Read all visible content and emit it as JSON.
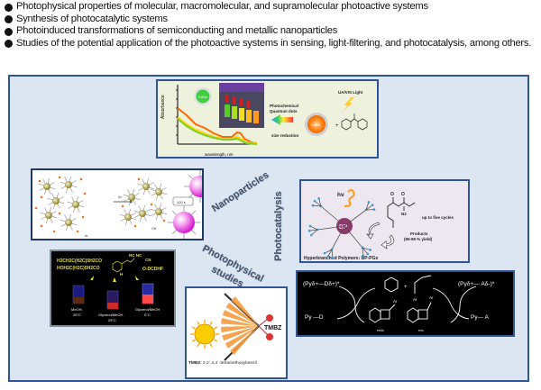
{
  "bullets": [
    "Photophysical properties of molecular, macromolecular, and supramolecular photoactive systems",
    "Synthesis of photocatalytic systems",
    "Photoinduced transformations of semiconducting and metallic nanoparticles",
    "Studies of the potential application of the photoactive systems in sensing, light-filtering, and photocatalysis, among others."
  ],
  "categories": {
    "nanoparticles": "Nanoparticles",
    "photocatalysis": "Photocatalysis",
    "photophysical": [
      "Photophysical",
      "studies"
    ]
  },
  "chart_panel": {
    "ylabel": "Absorbance",
    "xlabel": "wavelength, nm",
    "qd_green_label": "CdSe",
    "qd_orange_label": "CdSe",
    "quench_label_1": "Photochemical",
    "quench_label_2": "Quantum dots",
    "red_shift_label": "size reduction",
    "light_label": "UA/VIS Light",
    "plus": "+"
  },
  "nano_panel": {
    "hv_label": "hv",
    "time_label": "100 s",
    "ketone_label": "Ar",
    "alcohol_label": "OH"
  },
  "photocat_panel": {
    "hv_label": "hv",
    "core_label": "BP",
    "cycles_label": "up to five cycles",
    "products_label": "Products",
    "yield_label": "(95-99 % yield)",
    "caption": "Hyperbranched Polymers: BP-PGx",
    "substituent": "N2"
  },
  "dye_panel": {
    "formula_line1": "H3CH2C(H2C)5H2CO",
    "formula_line2": "HOH2C(H2C)5H2CO",
    "substituent": "NC NC",
    "cn": "CN",
    "name": "O-DCDHF",
    "h": "H",
    "vials": [
      {
        "label_1": "MeOH,",
        "label_2": "25°C"
      },
      {
        "label_1": "Glycerol/MeOH",
        "label_2": "25°C"
      },
      {
        "label_1": "Glycerol/MeOH",
        "label_2": "0°C"
      }
    ]
  },
  "tmbz_panel": {
    "tag": "TMBZ",
    "caption_bold": "TMBZ",
    "caption_rest": ": 2,2´,4,4´-tetramethoxybenzil"
  },
  "rxn_panel": {
    "left_top": "(Pyδ+—Dδ+)*",
    "left_bottom": "Py —D",
    "right_top": "(Pyδ+— Aδ-)*",
    "right_bottom": "Py— A",
    "ar": "Ar",
    "endo": "endo",
    "exo": "exo",
    "plus": "+"
  },
  "colors": {
    "frame_bg": "#dce6f2",
    "frame_border": "#2f5597",
    "label_text": "#44546a"
  }
}
